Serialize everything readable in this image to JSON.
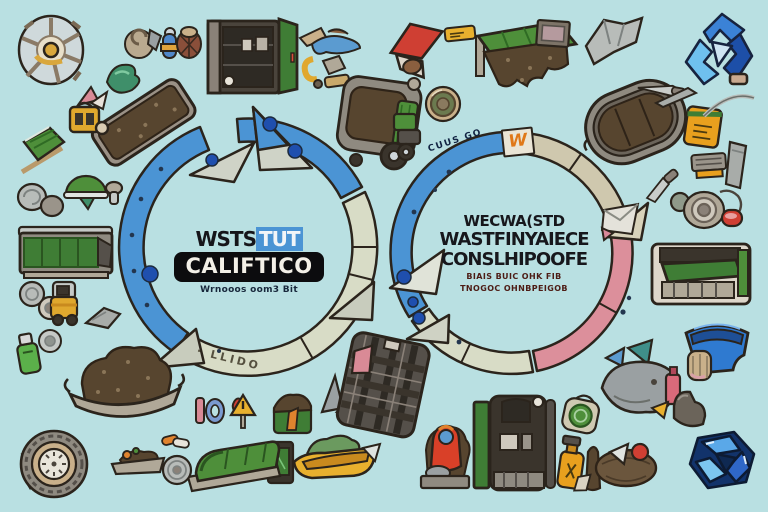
{
  "colors": {
    "background": "#b9e0e2",
    "outline": "#2b241c",
    "cycleBlue": "#4b94d4",
    "cyclePale": "#d8dcc6",
    "cyclePink": "#dc8f9b",
    "cycleTan": "#cfc8ae",
    "soil": "#57452f",
    "soilDark": "#2e2318",
    "green": "#3f7d35",
    "greenLight": "#4e8f3a",
    "yellow": "#e3a92c",
    "red": "#cf4433",
    "logoBlue": "#2f67c8",
    "logoLight": "#7cc6ef"
  },
  "left_cycle": {
    "title_part1": "WSTS",
    "title_part2": "TUT",
    "banner": "CALIFTICO",
    "subtitle": "Wrnooos oom3 Bit",
    "arc_label": "· LLIDO"
  },
  "right_cycle": {
    "line1": "WECWA(STD",
    "line2": "WASTFINYAIECE",
    "line3": "CONSLHIPOOFE",
    "line4": "BIAIS BUIC OHK  FIB",
    "line5": "TNOGOC OHNBPEIGOB",
    "arc_label": "CUUS GO",
    "arc_mark": "W"
  },
  "icons": [
    "wagon-wheel",
    "shell-bundle",
    "blue-figure",
    "brown-net-ball",
    "soil-trough",
    "teal-bag",
    "pink-shards",
    "yellow-caddy",
    "green-bag-shovel",
    "dark-cabinet",
    "trash-fish",
    "trash-hook",
    "red-shed",
    "yellow-tag",
    "compost-cart",
    "green-soil-bin",
    "gray-frame",
    "gray-cloth",
    "medallion",
    "green-machine-bits",
    "oval-tub",
    "knife",
    "yellow-packet",
    "gray-box-yellow",
    "gray-strip",
    "cans-cluster",
    "recycle-symbol-top-right",
    "wire-arc",
    "gray-blade",
    "envelope",
    "green-station",
    "blue-bucket",
    "tan-bundle",
    "gray-fish-pile",
    "boot-scoop",
    "recycle-symbol-bottom-right",
    "nest-pile",
    "kiosk",
    "yellow-spray-bottle",
    "green-label-jar",
    "red-hooded-figure",
    "banana-tray",
    "green-screen",
    "mini-compost-bin",
    "gray-shard-pair",
    "plaid-crate",
    "letters-cluster",
    "warning-sign",
    "green-ramp",
    "silver-tin",
    "capsules",
    "compost-plate",
    "clock-wheel",
    "compost-pan",
    "green-spray-bottle",
    "silver-can",
    "helmet-mushroom",
    "round-tins",
    "green-dumpster",
    "tin-pair",
    "toy-truck",
    "gray-scoop"
  ]
}
